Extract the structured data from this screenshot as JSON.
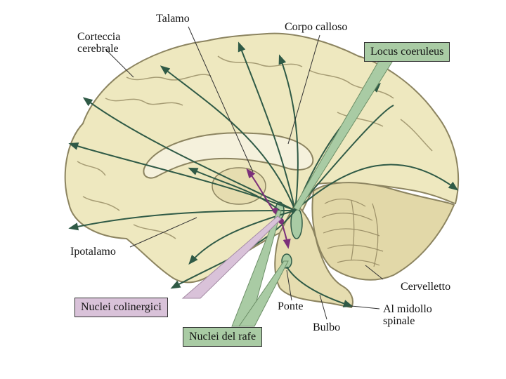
{
  "labels": {
    "corteccia": "Corteccia\ncerebrale",
    "talamo": "Talamo",
    "corpo_calloso": "Corpo calloso",
    "ipotalamo": "Ipotalamo",
    "cervelletto": "Cervelletto",
    "ponte": "Ponte",
    "bulbo": "Bulbo",
    "midollo": "Al midollo\nspinale"
  },
  "boxes": {
    "locus": "Locus coeruleus",
    "colinergici": "Nuclei colinergici",
    "rafe": "Nuclei del rafe"
  },
  "colors": {
    "brain_fill": "#eee8bf",
    "brain_outline": "#8c8460",
    "pathway_green": "#2f5a46",
    "cholinergic_purple": "#7b2f7a",
    "box_green": "#a9cba4",
    "box_pink": "#d9c2d9"
  }
}
